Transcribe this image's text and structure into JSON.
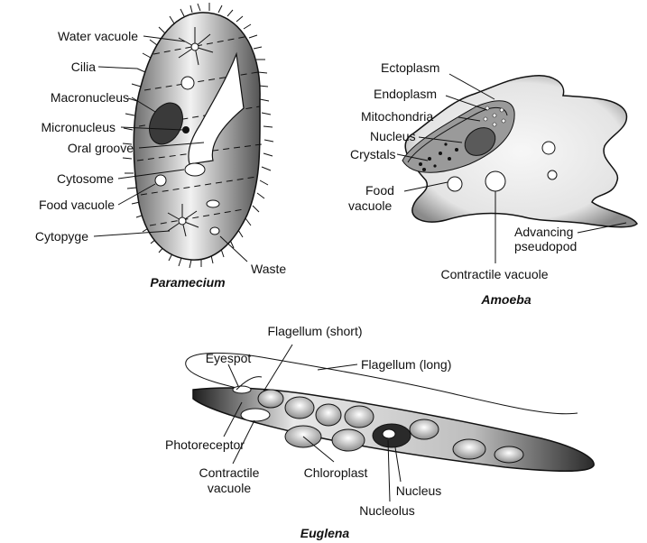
{
  "paramecium": {
    "caption": "Paramecium",
    "labels": {
      "water_vacuole": "Water vacuole",
      "cilia": "Cilia",
      "macronucleus": "Macronucleus",
      "micronucleus": "Micronucleus",
      "oral_groove": "Oral groove",
      "cytosome": "Cytosome",
      "food_vacuole": "Food vacuole",
      "cytopyge": "Cytopyge",
      "waste": "Waste"
    }
  },
  "amoeba": {
    "caption": "Amoeba",
    "labels": {
      "ectoplasm": "Ectoplasm",
      "endoplasm": "Endoplasm",
      "mitochondria": "Mitochondria",
      "nucleus": "Nucleus",
      "crystals": "Crystals",
      "food_vacuole_line1": "Food",
      "food_vacuole_line2": "vacuole",
      "advancing_line1": "Advancing",
      "advancing_line2": "pseudopod",
      "contractile_vacuole": "Contractile vacuole"
    }
  },
  "euglena": {
    "caption": "Euglena",
    "labels": {
      "flagellum_short": "Flagellum (short)",
      "flagellum_long": "Flagellum (long)",
      "eyespot": "Eyespot",
      "photoreceptor": "Photoreceptor",
      "contractile_line1": "Contractile",
      "contractile_line2": "vacuole",
      "chloroplast": "Chloroplast",
      "nucleus": "Nucleus",
      "nucleolus": "Nucleolus"
    }
  }
}
